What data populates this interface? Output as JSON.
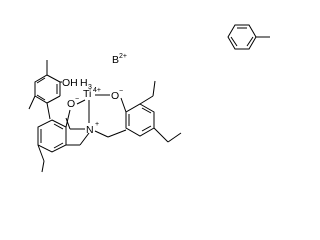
{
  "molecule_1": {
    "boron_label": "B",
    "boron_charge": "2+",
    "titanium_label": "Ti",
    "titanium_charge": "4+",
    "nitrogen_label": "N",
    "nitrogen_charge": "+",
    "oxygen_label": "O",
    "oxygen_charge": "−",
    "hydroxyl_label": "OH",
    "h3_label": "H",
    "h3_subscript": "3"
  },
  "colors": {
    "stroke": "#000000",
    "background": "#ffffff"
  }
}
